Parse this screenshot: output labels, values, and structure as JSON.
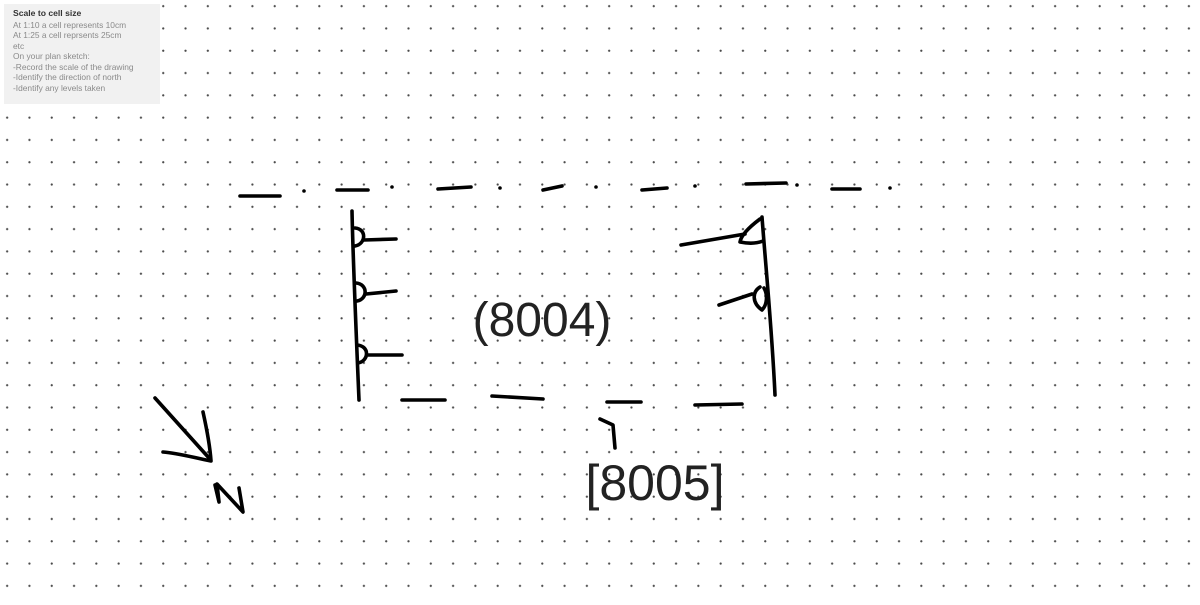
{
  "info_box": {
    "title": "Scale to cell size",
    "lines": [
      "At 1:10 a cell represents 10cm",
      "At 1:25 a cell reprsents 25cm",
      "etc",
      "On your plan sketch:",
      "-Record the scale of the drawing",
      "-Identify  the  direction of north",
      "-Identify any levels taken"
    ]
  },
  "labels": {
    "inner_context": "(8004)",
    "outer_context": "[8005]",
    "north": "N"
  },
  "colors": {
    "ink": "#000000",
    "panel_bg": "#f1f1f1",
    "dot": "#4a4a4a"
  }
}
